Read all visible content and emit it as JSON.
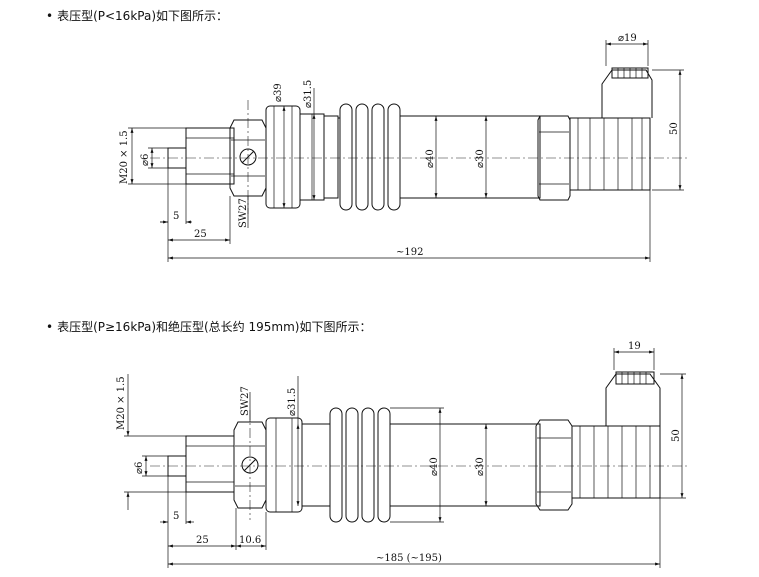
{
  "section1": {
    "bullet": "•",
    "heading": "表压型(P<16kPa)如下图所示：",
    "dims": {
      "thread": "M20 × 1.5",
      "bore": "⌀6",
      "d39": "⌀39",
      "d31_5": "⌀31.5",
      "d40": "⌀40",
      "d30": "⌀30",
      "w19": "⌀19",
      "h50": "50",
      "sw": "SW27",
      "l5": "5",
      "l25": "25",
      "total": "~192"
    }
  },
  "section2": {
    "bullet": "•",
    "heading": "表压型(P≥16kPa)和绝压型(总长约 195mm)如下图所示：",
    "dims": {
      "thread": "M20 × 1.5",
      "bore": "⌀6",
      "d31_5": "⌀31.5",
      "d40": "⌀40",
      "d30": "⌀30",
      "w19": "19",
      "h50": "50",
      "sw": "SW27",
      "l5": "5",
      "l25": "25",
      "l10_6": "10.6",
      "total": "~185 (~195)"
    }
  }
}
